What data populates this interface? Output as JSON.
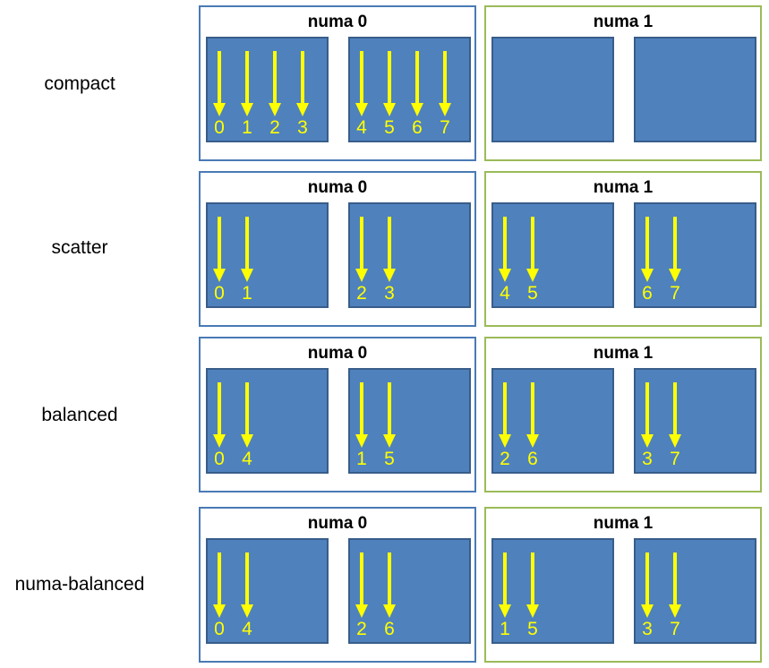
{
  "diagram": {
    "numa_titles": [
      "numa 0",
      "numa 1"
    ],
    "colors": {
      "numa0_border": "#4a7ab5",
      "numa1_border": "#9bbb59",
      "socket_fill": "#4f81bd",
      "arrow": "#ffff00"
    },
    "rows": [
      {
        "label": "compact",
        "sockets": [
          [
            "0",
            "1",
            "2",
            "3"
          ],
          [
            "4",
            "5",
            "6",
            "7"
          ],
          [],
          []
        ]
      },
      {
        "label": "scatter",
        "sockets": [
          [
            "0",
            "1"
          ],
          [
            "2",
            "3"
          ],
          [
            "4",
            "5"
          ],
          [
            "6",
            "7"
          ]
        ]
      },
      {
        "label": "balanced",
        "sockets": [
          [
            "0",
            "4"
          ],
          [
            "1",
            "5"
          ],
          [
            "2",
            "6"
          ],
          [
            "3",
            "7"
          ]
        ]
      },
      {
        "label": "numa-balanced",
        "sockets": [
          [
            "0",
            "4"
          ],
          [
            "2",
            "6"
          ],
          [
            "1",
            "5"
          ],
          [
            "3",
            "7"
          ]
        ]
      }
    ]
  }
}
